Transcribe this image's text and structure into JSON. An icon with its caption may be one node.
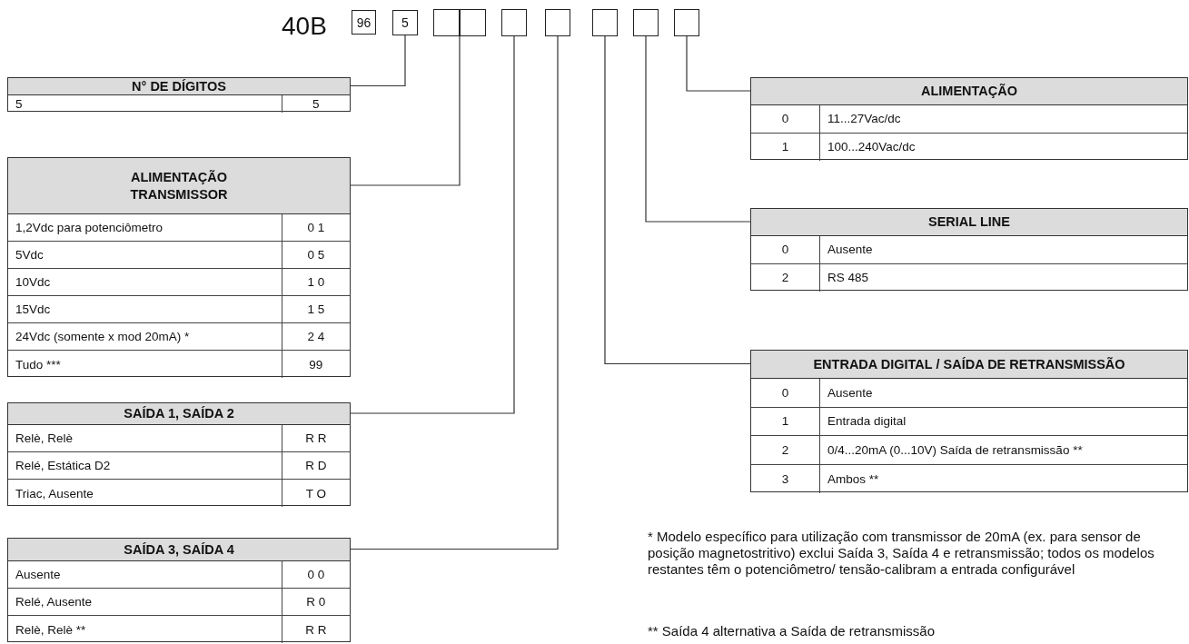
{
  "diagram": {
    "nodes": [
      {
        "text": [
          "96"
        ]
      },
      {
        "text": [
          "5"
        ]
      },
      {
        "text": [],
        "shape": "box"
      },
      {
        "text": [],
        "shape": "box"
      },
      {
        "text": [],
        "shape": "box"
      },
      {
        "text": [],
        "shape": "box"
      },
      {
        "text": [],
        "shape": "box"
      },
      {
        "text": [],
        "shape": "box"
      },
      {
        "text": [],
        "shape": "box"
      },
      {
        "text": [
          "N° DE DÍGITOS",
          "5",
          "5"
        ]
      },
      {
        "text": [
          "ALIMENTAÇÃO TRANSMISSOR",
          "1,2Vdc para potenciômetro",
          "0 1",
          "5Vdc",
          "0 5",
          "10Vdc",
          "1 0",
          "15Vdc",
          "1 5",
          "24Vdc (somente x mod 20mA) *",
          "2 4",
          "Tudo ***",
          "99"
        ]
      },
      {
        "text": [
          "SAÍDA 1, SAÍDA 2",
          "Relè, Relè",
          "R R",
          "Relé, Estática D2",
          "R D",
          "Triac, Ausente",
          "T O"
        ]
      },
      {
        "text": [
          "SAÍDA 3, SAÍDA 4",
          "Ausente",
          "0 0",
          "Relé, Ausente",
          "R 0",
          "Relè, Relè **",
          "R R"
        ]
      },
      {
        "text": [
          "ALIMENTAÇÃO",
          "0",
          "11...27Vac/dc",
          "1",
          "100...240Vac/dc"
        ]
      },
      {
        "text": [
          "SERIAL LINE",
          "0",
          "Ausente",
          "2",
          "RS 485"
        ]
      },
      {
        "text": [
          "ENTRADA DIGITAL / SAÍDA DE RETRANSMISSÃO",
          "0",
          "Ausente",
          "1",
          "Entrada digital",
          "2",
          "0/4...20mA (0...10V) Saída de retransmissão **",
          "3",
          "Ambos **"
        ]
      }
    ],
    "edges": [
      {
        "from": 1,
        "to": 9,
        "arrow": "none"
      },
      {
        "from": 3,
        "to": 10,
        "arrow": "none"
      },
      {
        "from": 4,
        "to": 11,
        "arrow": "none"
      },
      {
        "from": 5,
        "to": 12,
        "arrow": "none"
      },
      {
        "from": 6,
        "to": 15,
        "arrow": "none"
      },
      {
        "from": 7,
        "to": 14,
        "arrow": "none"
      },
      {
        "from": 8,
        "to": 13,
        "arrow": "none"
      }
    ],
    "labels": [
      "40B",
      "* Modelo específico para utilização com transmissor de 20mA (ex. para sensor de posição magnetostritivo) exclui Saída 3, Saída 4 e retransmissão; todos os modelos restantes têm o potenciômetro/ tensão-calibram a entrada configurável",
      "** Saída 4 alternativa a Saída de retransmissão"
    ]
  }
}
